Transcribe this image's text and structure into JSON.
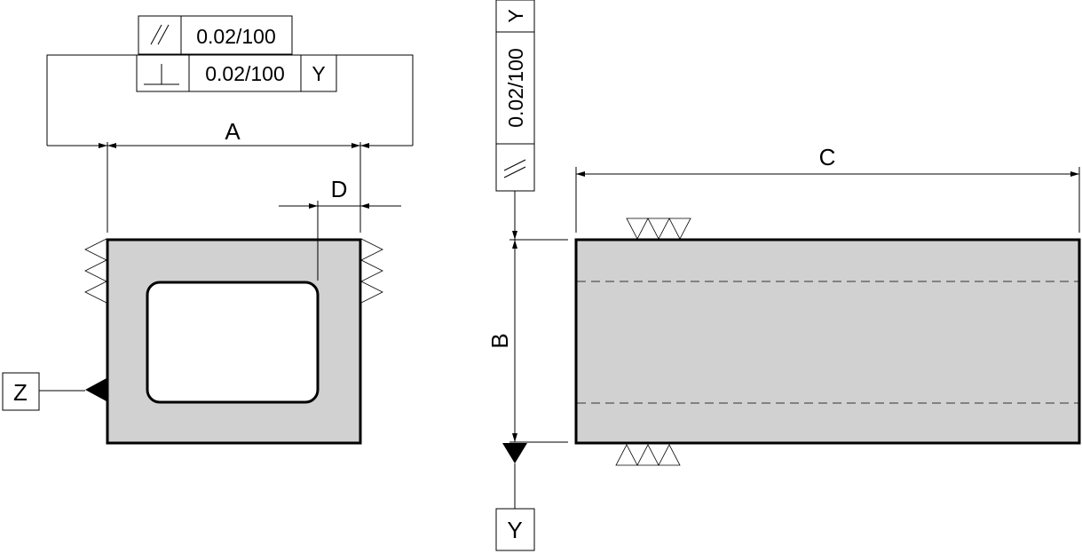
{
  "dimensions": {
    "a": "A",
    "b": "B",
    "c": "C",
    "d": "D"
  },
  "datums": {
    "z": "Z",
    "y": "Y"
  },
  "tolerance_frames": {
    "parallelism_top": {
      "symbol": "parallelism-symbol",
      "value": "0.02/100"
    },
    "perpendicularity": {
      "symbol": "perpendicularity-symbol",
      "value": "0.02/100",
      "datum": "Y"
    },
    "parallelism_vertical": {
      "symbol": "parallelism-symbol",
      "value": "0.02/100",
      "datum": "Y"
    }
  },
  "colors": {
    "part_fill": "#d1d1d1",
    "line": "#000000",
    "background": "#ffffff"
  }
}
